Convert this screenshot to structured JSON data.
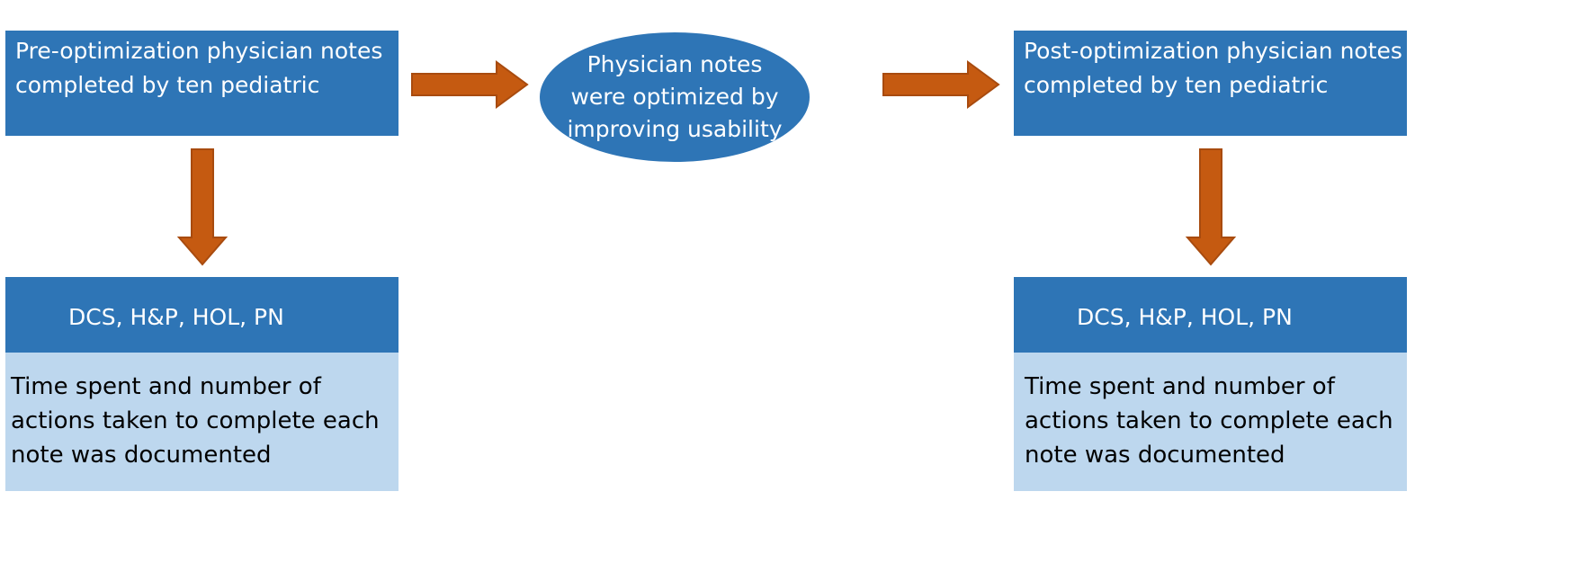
{
  "diagram": {
    "left": {
      "top_box": "Pre-optimization physician notes\ncompleted by ten pediatric",
      "header_box": "DCS, H&P, HOL, PN",
      "detail_box": "Time spent and number of\nactions taken to complete each\nnote was documented"
    },
    "center": {
      "ellipse": "Physician notes\nwere optimized by\nimproving usability"
    },
    "right": {
      "top_box": "Post-optimization physician notes\ncompleted by ten pediatric",
      "header_box": "DCS, H&P, HOL, PN",
      "detail_box": "Time spent and number of\nactions taken to complete each\nnote was documented"
    },
    "colors": {
      "box_dark": "#2e75b6",
      "box_light": "#bdd7ee",
      "arrow_fill": "#c55a11",
      "arrow_stroke": "#a84b0f"
    }
  }
}
